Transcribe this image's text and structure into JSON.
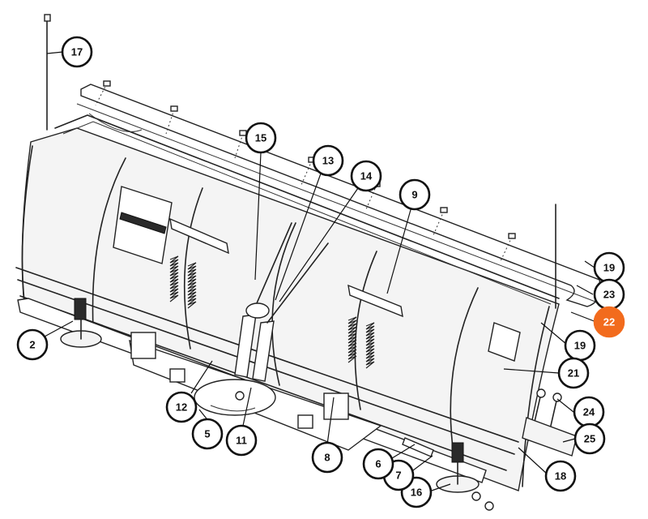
{
  "colors": {
    "highlight": "#f26b1d",
    "line": "#222222",
    "background": "#ffffff"
  },
  "callouts": [
    {
      "label": "17",
      "highlight": false
    },
    {
      "label": "15",
      "highlight": false
    },
    {
      "label": "13",
      "highlight": false
    },
    {
      "label": "14",
      "highlight": false
    },
    {
      "label": "9",
      "highlight": false
    },
    {
      "label": "19",
      "highlight": false
    },
    {
      "label": "23",
      "highlight": false
    },
    {
      "label": "22",
      "highlight": true
    },
    {
      "label": "19",
      "highlight": false
    },
    {
      "label": "21",
      "highlight": false
    },
    {
      "label": "24",
      "highlight": false
    },
    {
      "label": "25",
      "highlight": false
    },
    {
      "label": "18",
      "highlight": false
    },
    {
      "label": "16",
      "highlight": false
    },
    {
      "label": "7",
      "highlight": false
    },
    {
      "label": "6",
      "highlight": false
    },
    {
      "label": "8",
      "highlight": false
    },
    {
      "label": "11",
      "highlight": false
    },
    {
      "label": "5",
      "highlight": false
    },
    {
      "label": "12",
      "highlight": false
    },
    {
      "label": "2",
      "highlight": false
    }
  ]
}
